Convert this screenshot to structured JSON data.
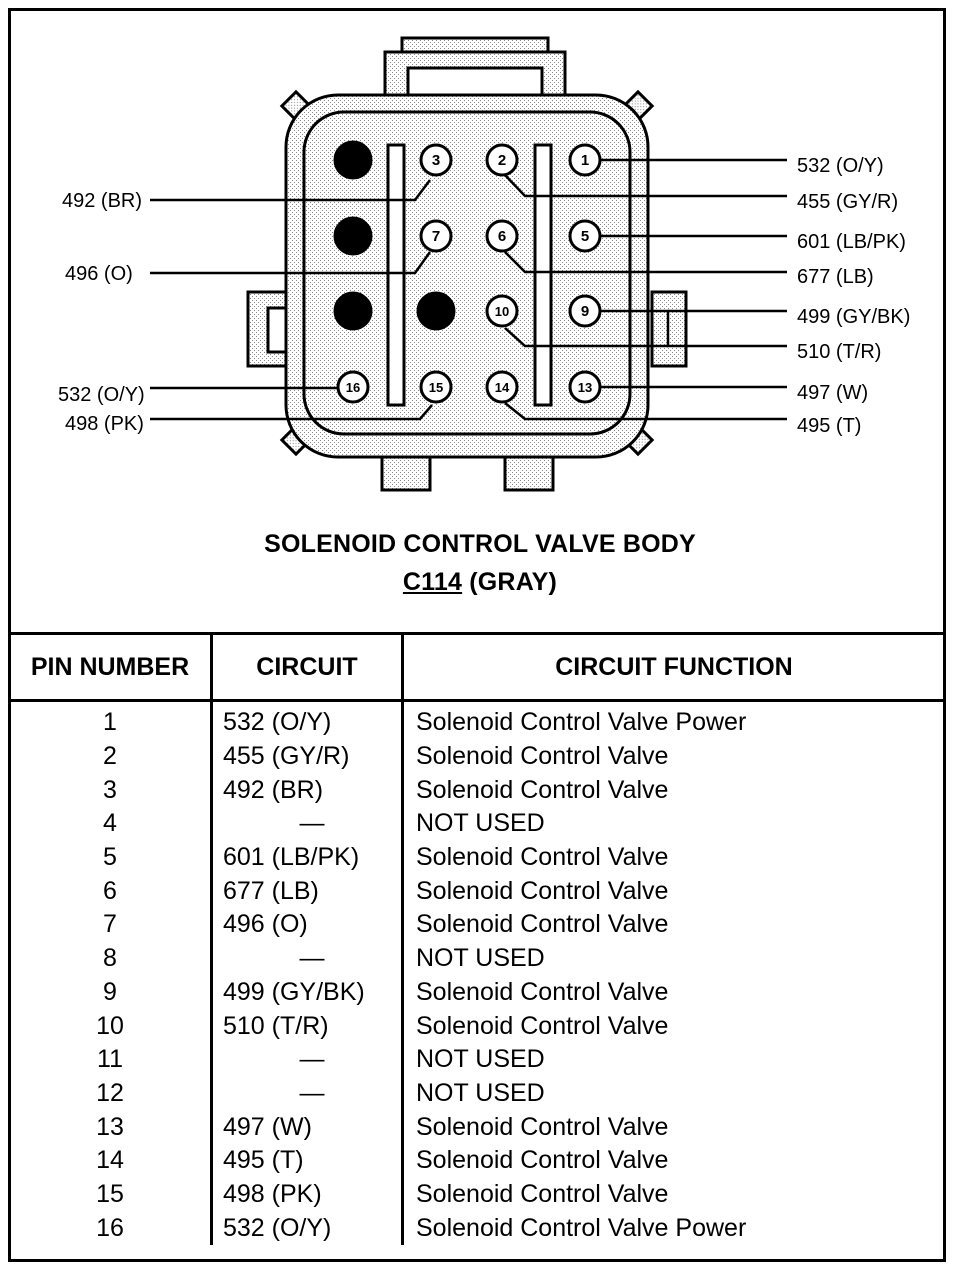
{
  "diagram": {
    "title": "SOLENOID CONTROL VALVE BODY",
    "connector_id": "C114",
    "connector_color": "(GRAY)",
    "pin_numbers": [
      "1",
      "2",
      "3",
      "4",
      "5",
      "6",
      "7",
      "8",
      "9",
      "10",
      "11",
      "12",
      "13",
      "14",
      "15",
      "16"
    ],
    "left_callouts": [
      "492 (BR)",
      "496 (O)",
      "532 (O/Y)",
      "498 (PK)"
    ],
    "right_callouts": [
      "532 (O/Y)",
      "455 (GY/R)",
      "601 (LB/PK)",
      "677 (LB)",
      "499 (GY/BK)",
      "510 (T/R)",
      "497 (W)",
      "495 (T)"
    ],
    "unused_pins": [
      "4",
      "8",
      "11",
      "12"
    ]
  },
  "table": {
    "headers": [
      "PIN NUMBER",
      "CIRCUIT",
      "CIRCUIT FUNCTION"
    ],
    "rows": [
      {
        "pin": "1",
        "circuit": "532 (O/Y)",
        "function": "Solenoid Control Valve Power"
      },
      {
        "pin": "2",
        "circuit": "455 (GY/R)",
        "function": "Solenoid Control Valve"
      },
      {
        "pin": "3",
        "circuit": "492 (BR)",
        "function": "Solenoid Control Valve"
      },
      {
        "pin": "4",
        "circuit": "—",
        "function": "NOT USED"
      },
      {
        "pin": "5",
        "circuit": "601 (LB/PK)",
        "function": "Solenoid Control Valve"
      },
      {
        "pin": "6",
        "circuit": "677 (LB)",
        "function": "Solenoid Control Valve"
      },
      {
        "pin": "7",
        "circuit": "496 (O)",
        "function": "Solenoid Control Valve"
      },
      {
        "pin": "8",
        "circuit": "—",
        "function": "NOT USED"
      },
      {
        "pin": "9",
        "circuit": "499 (GY/BK)",
        "function": "Solenoid Control Valve"
      },
      {
        "pin": "10",
        "circuit": "510 (T/R)",
        "function": "Solenoid Control Valve"
      },
      {
        "pin": "11",
        "circuit": "—",
        "function": "NOT USED"
      },
      {
        "pin": "12",
        "circuit": "—",
        "function": "NOT USED"
      },
      {
        "pin": "13",
        "circuit": "497 (W)",
        "function": "Solenoid Control Valve"
      },
      {
        "pin": "14",
        "circuit": "495 (T)",
        "function": "Solenoid Control Valve"
      },
      {
        "pin": "15",
        "circuit": "498 (PK)",
        "function": "Solenoid Control Valve"
      },
      {
        "pin": "16",
        "circuit": "532 (O/Y)",
        "function": "Solenoid Control Valve Power"
      }
    ]
  }
}
